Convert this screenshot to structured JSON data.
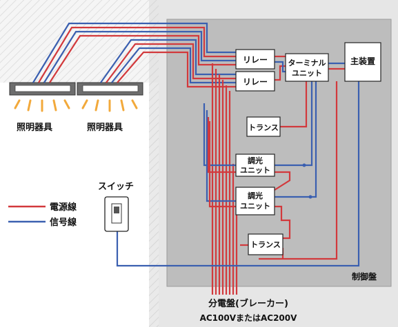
{
  "labels": {
    "lighting_1": "照明器具",
    "lighting_2": "照明器具",
    "switch": "スイッチ",
    "relay_1": "リレー",
    "relay_2": "リレー",
    "terminal_unit_line1": "ターミナル",
    "terminal_unit_line2": "ユニット",
    "main_device": "主装置",
    "transformer_1": "トランス",
    "transformer_2": "トランス",
    "dimmer_1_line1": "調光",
    "dimmer_1_line2": "ユニット",
    "dimmer_2_line1": "調光",
    "dimmer_2_line2": "ユニット",
    "control_panel": "制御盤",
    "distribution_line1": "分電盤(ブレーカー)",
    "distribution_line2": "AC100VまたはAC200V"
  },
  "legend": {
    "power_line": "電源線",
    "signal_line": "信号線"
  },
  "colors": {
    "power": "#d2393c",
    "signal": "#3a5fb0",
    "panel": "#bdbdbd",
    "wall": "#e6e6e6"
  }
}
